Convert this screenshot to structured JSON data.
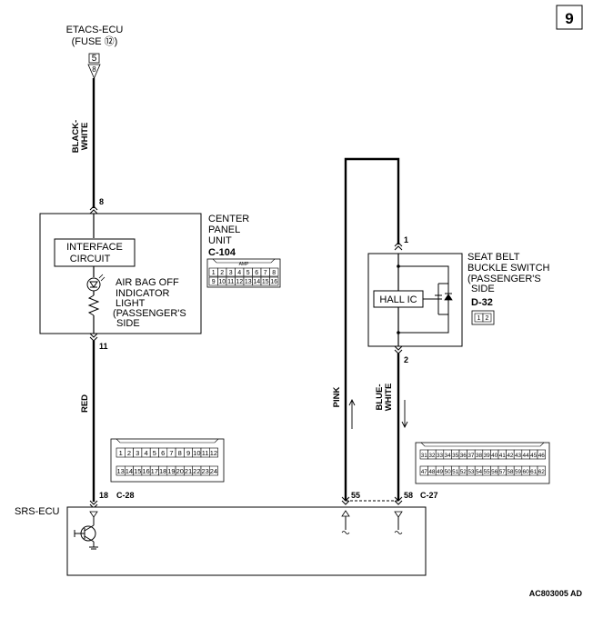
{
  "page_number": "9",
  "etacs": {
    "title": "ETACS-ECU",
    "fuse": "(FUSE ⑫)",
    "pin_top": "5",
    "pin_bottom": "8"
  },
  "wires": {
    "black_white_1": "BLACK-",
    "black_white_2": "WHITE",
    "red": "RED",
    "pink": "PINK",
    "blue_white_1": "BLUE-",
    "blue_white_2": "WHITE"
  },
  "center_panel": {
    "label_lines": [
      "CENTER",
      "PANEL",
      "UNIT"
    ],
    "connector": "C-104",
    "pin_in": "8",
    "pin_out": "11",
    "interface_lines": [
      "INTERFACE",
      "CIRCUIT"
    ],
    "lamp_lines": [
      "AIR BAG OFF",
      "INDICATOR",
      "LIGHT",
      "(PASSENGER'S",
      "SIDE"
    ],
    "grid_title": "AMP",
    "grid_rows": [
      [
        "1",
        "2",
        "3",
        "4",
        "5",
        "6",
        "7",
        "8"
      ],
      [
        "9",
        "10",
        "11",
        "12",
        "13",
        "14",
        "15",
        "16"
      ]
    ]
  },
  "seat_belt": {
    "label_lines": [
      "SEAT BELT",
      "BUCKLE SWITCH",
      "(PASSENGER'S",
      "SIDE"
    ],
    "connector": "D-32",
    "pin_in": "1",
    "pin_out": "2",
    "hall_ic": "HALL IC",
    "grid_rows": [
      [
        "1",
        "2"
      ]
    ]
  },
  "srs": {
    "label": "SRS-ECU",
    "pin_left": "18",
    "connector_left": "C-28",
    "pin_mid": "55",
    "pin_right": "58",
    "connector_right": "C-27",
    "c28_rows": [
      [
        "1",
        "2",
        "3",
        "4",
        "5",
        "6",
        "7",
        "8",
        "9",
        "10",
        "11",
        "12"
      ],
      [
        "13",
        "14",
        "15",
        "16",
        "17",
        "18",
        "19",
        "20",
        "21",
        "22",
        "23",
        "24"
      ]
    ],
    "c27_rows": [
      [
        "31",
        "32",
        "33",
        "34",
        "35",
        "36",
        "37",
        "38",
        "39",
        "40",
        "41",
        "42",
        "43",
        "44",
        "45",
        "46"
      ],
      [
        "47",
        "48",
        "49",
        "50",
        "51",
        "52",
        "53",
        "54",
        "55",
        "56",
        "57",
        "58",
        "59",
        "60",
        "61",
        "62"
      ]
    ]
  },
  "footer_code": "AC803005 AD"
}
